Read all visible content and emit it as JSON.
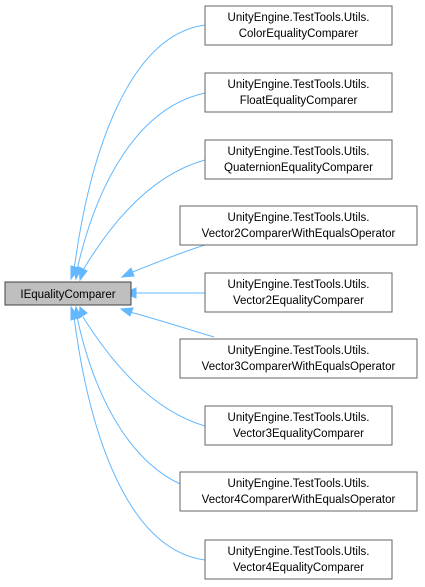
{
  "base": {
    "label": "IEqualityComparer"
  },
  "derived": [
    {
      "line1": "UnityEngine.TestTools.Utils.",
      "line2": "ColorEqualityComparer"
    },
    {
      "line1": "UnityEngine.TestTools.Utils.",
      "line2": "FloatEqualityComparer"
    },
    {
      "line1": "UnityEngine.TestTools.Utils.",
      "line2": "QuaternionEqualityComparer"
    },
    {
      "line1": "UnityEngine.TestTools.Utils.",
      "line2": "Vector2ComparerWithEqualsOperator"
    },
    {
      "line1": "UnityEngine.TestTools.Utils.",
      "line2": "Vector2EqualityComparer"
    },
    {
      "line1": "UnityEngine.TestTools.Utils.",
      "line2": "Vector3ComparerWithEqualsOperator"
    },
    {
      "line1": "UnityEngine.TestTools.Utils.",
      "line2": "Vector3EqualityComparer"
    },
    {
      "line1": "UnityEngine.TestTools.Utils.",
      "line2": "Vector4ComparerWithEqualsOperator"
    },
    {
      "line1": "UnityEngine.TestTools.Utils.",
      "line2": "Vector4EqualityComparer"
    }
  ],
  "colors": {
    "edge": "#63b8ff",
    "base_fill": "#bfbfbf",
    "node_border": "#666666"
  }
}
